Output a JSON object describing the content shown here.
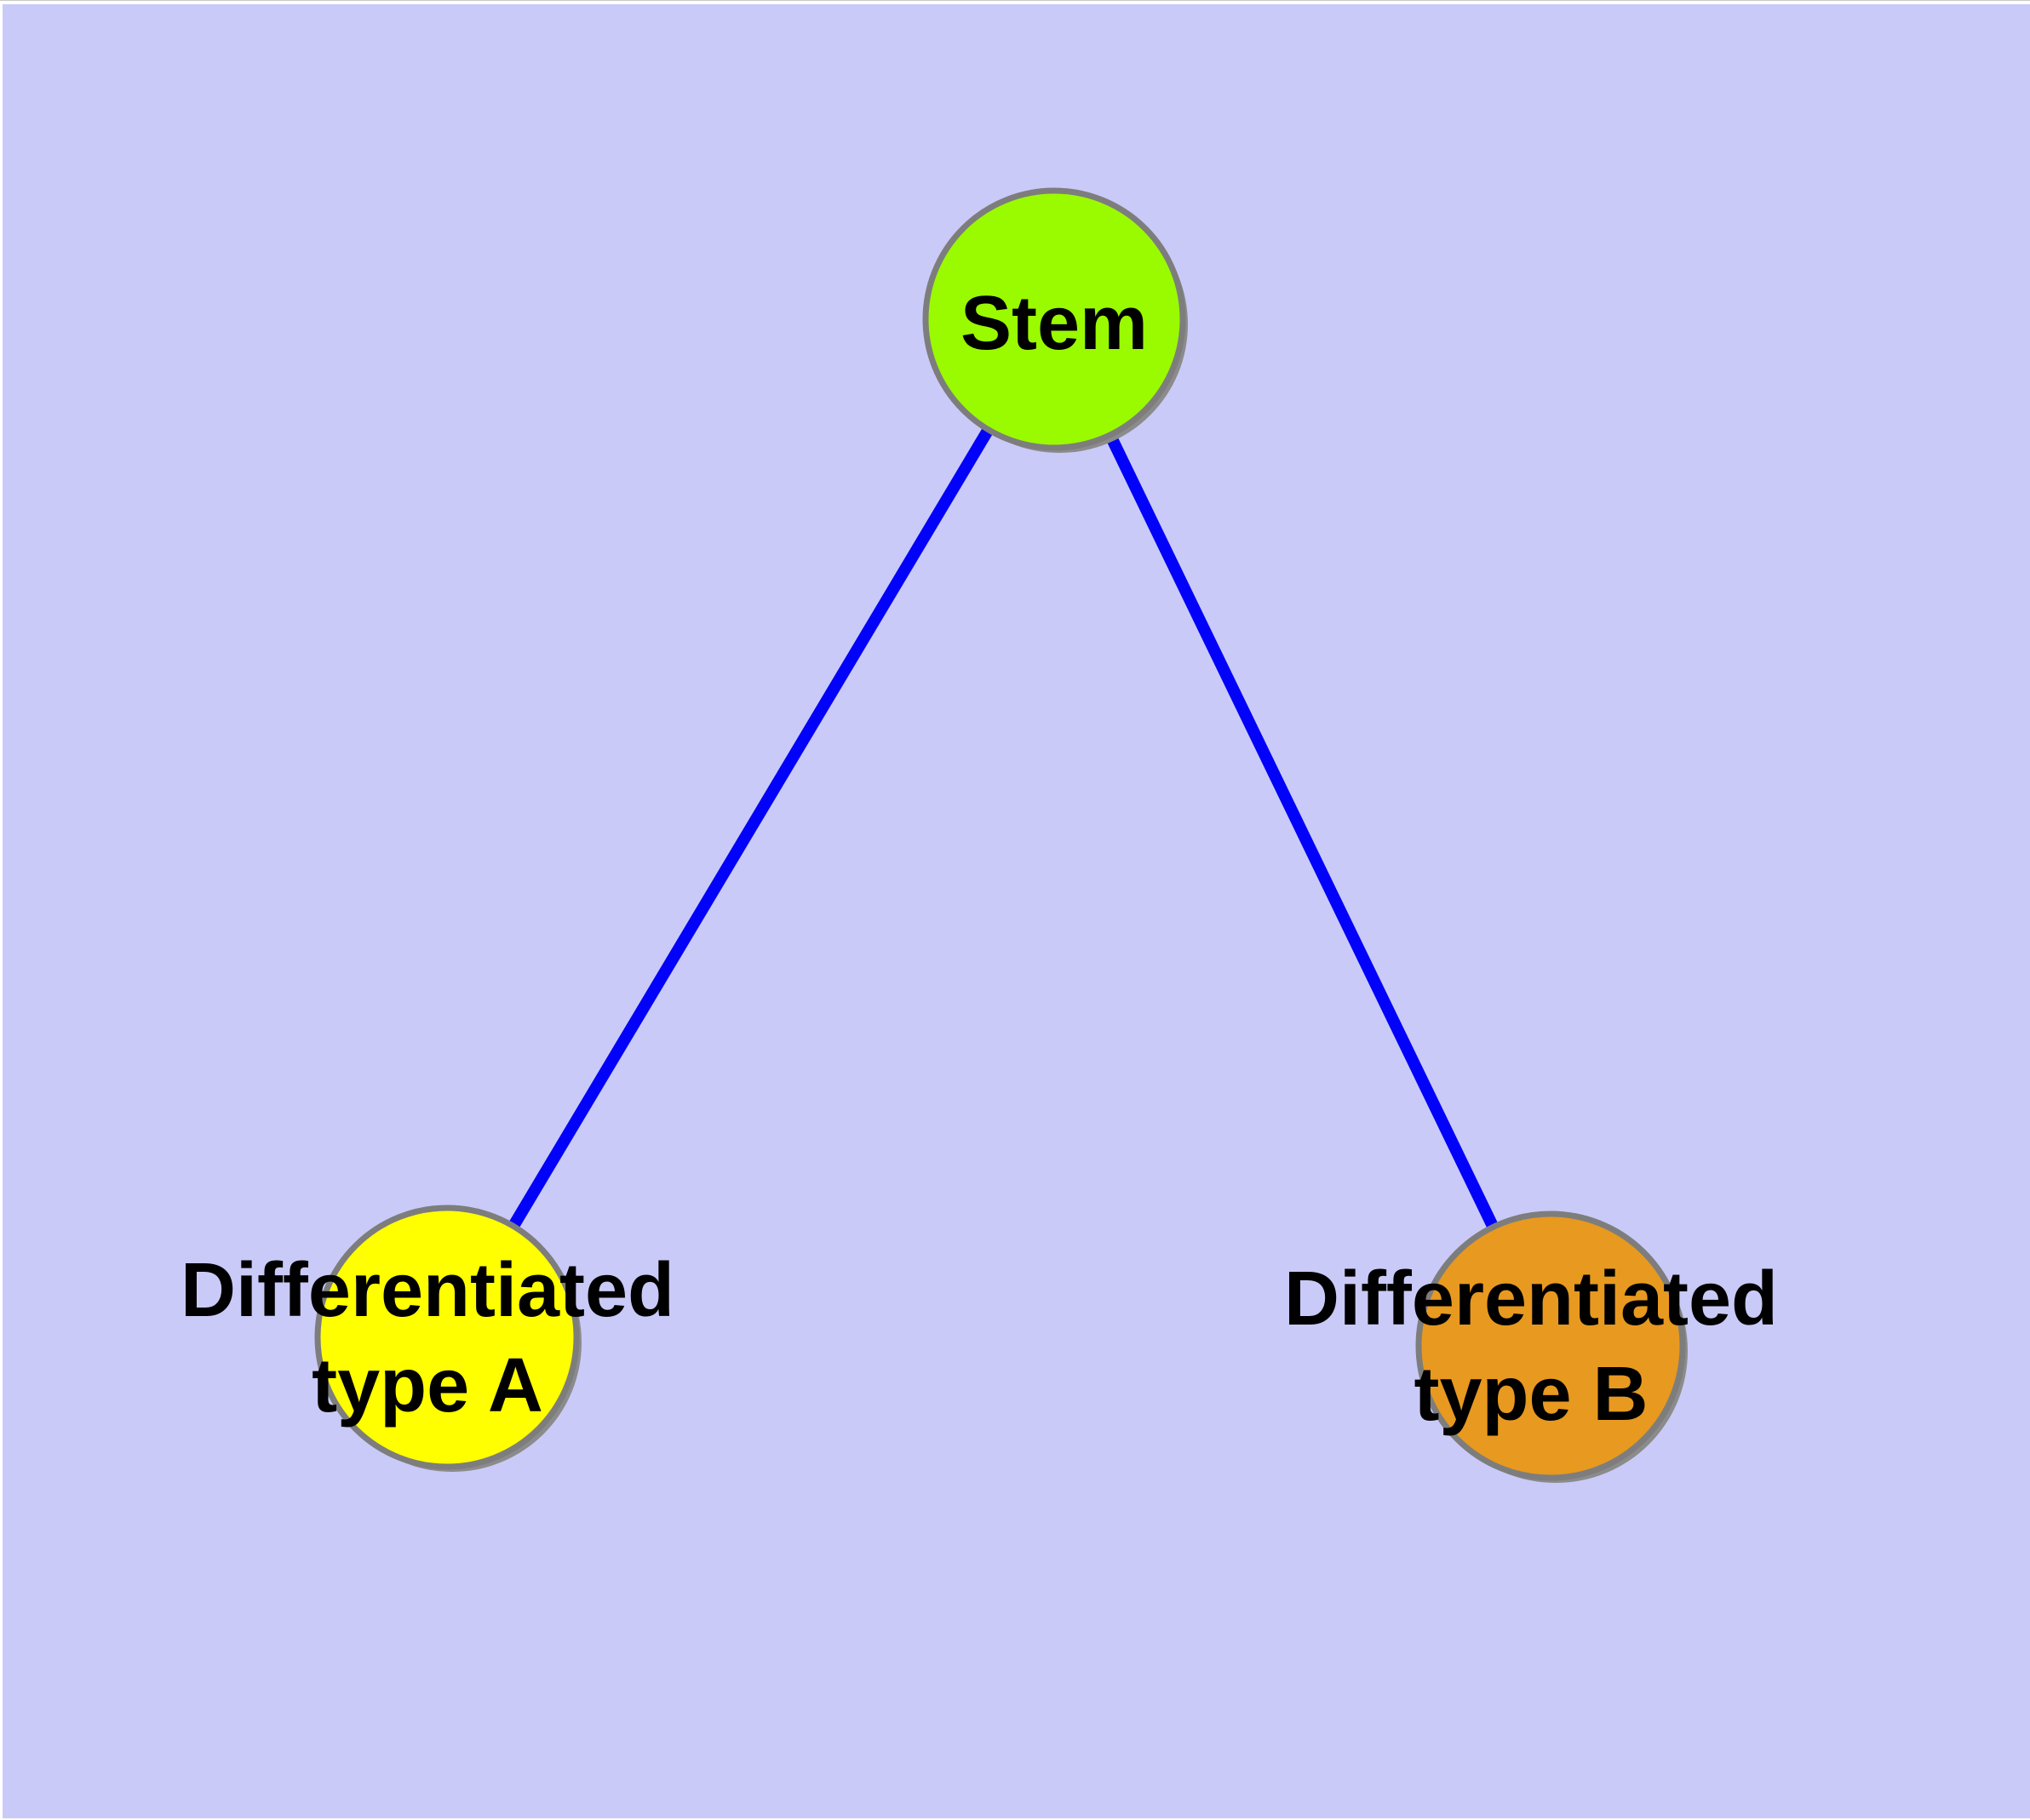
{
  "diagram": {
    "type": "node-link-graph",
    "background_color": "#cacaf8",
    "page_margin_color": "#ffffff",
    "edge_color": "#0202fa",
    "node_border_color": "#7d7d7d",
    "node_shadow_color": "#8b8b8b",
    "label_color": "#000000",
    "nodes": [
      {
        "id": "stem",
        "label": "Stem",
        "fill": "#9afa00"
      },
      {
        "id": "differentiated-type-a",
        "label_line1": "Differentiated",
        "label_line2": "type A",
        "fill": "#ffff00"
      },
      {
        "id": "differentiated-type-b",
        "label_line1": "Differentiated",
        "label_line2": "type B",
        "fill": "#e8991f"
      }
    ],
    "edges": [
      {
        "from": "Stem",
        "to": "Differentiated type A"
      },
      {
        "from": "Stem",
        "to": "Differentiated type B"
      }
    ]
  }
}
